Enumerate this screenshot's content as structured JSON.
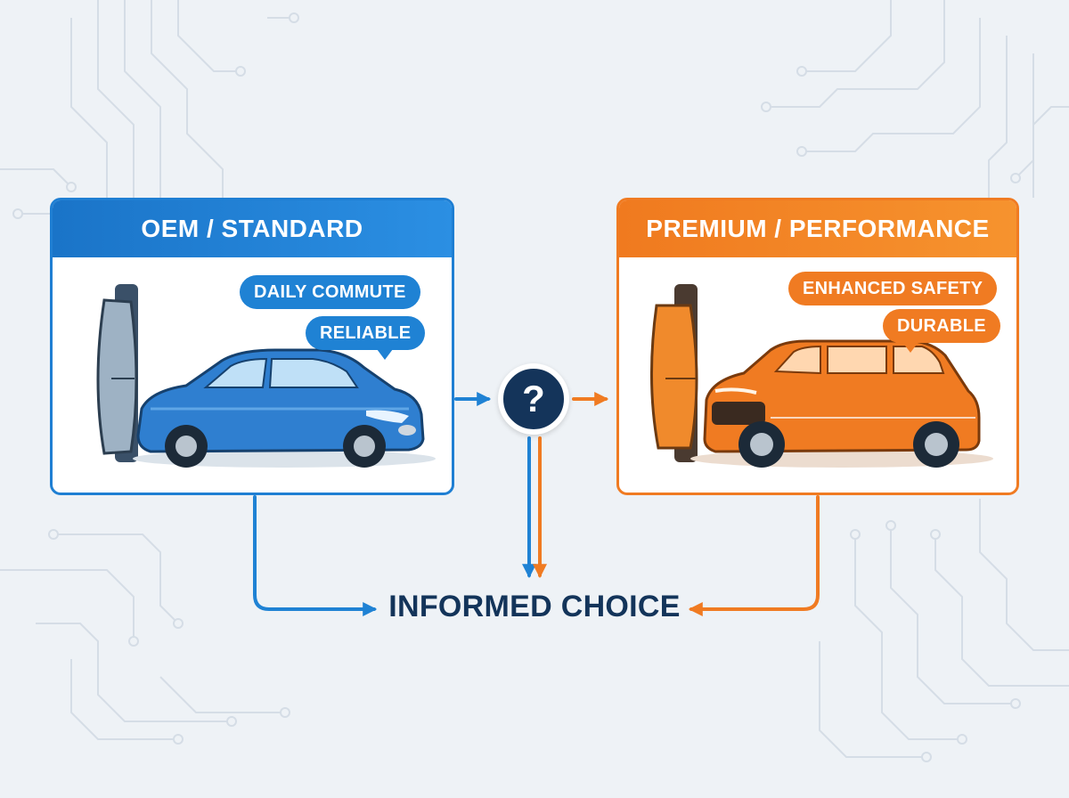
{
  "left_panel": {
    "title": "OEM / STANDARD",
    "tags": [
      "DAILY COMMUTE",
      "RELIABLE"
    ],
    "accent": "#1f7fd3",
    "car": "blue-sedan-illustration",
    "part": "grey-brake-pad-illustration"
  },
  "right_panel": {
    "title": "PREMIUM / PERFORMANCE",
    "tags": [
      "ENHANCED SAFETY",
      "DURABLE"
    ],
    "accent": "#f07b22",
    "car": "orange-suv-illustration",
    "part": "orange-brake-pad-illustration"
  },
  "decision_node": {
    "symbol": "?",
    "color": "#14345a"
  },
  "result": {
    "label": "INFORMED CHOICE",
    "color": "#13345a"
  },
  "background": {
    "color": "#eef2f6",
    "pattern": "circuit-lines"
  }
}
